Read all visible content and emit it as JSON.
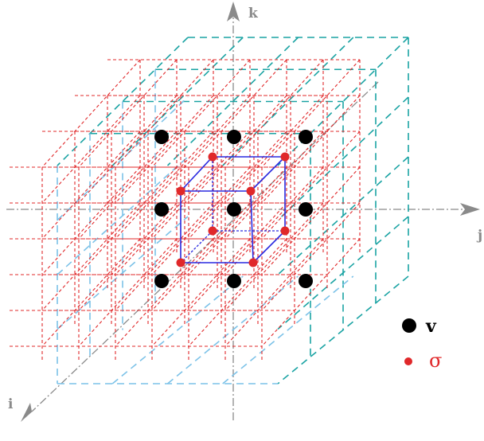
{
  "axes": {
    "i_label": "i",
    "j_label": "j",
    "k_label": "k"
  },
  "legend": {
    "v_label": "v",
    "sigma_label": "σ"
  },
  "colors": {
    "axis": "#8a8a8a",
    "inner_grid": "#e0282a",
    "outer_grid_back": "#1aa3a3",
    "outer_grid_front": "#7cc2e8",
    "cell_cube": "#2a2ae0",
    "v_point": "#000000",
    "sigma_point": "#e0282a"
  }
}
